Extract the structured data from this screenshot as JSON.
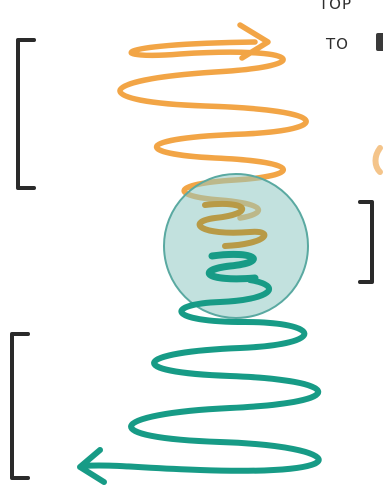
{
  "annotations": {
    "line1": "TOP",
    "line2": "TO"
  },
  "colors": {
    "upper_spiral": "#f2a546",
    "lower_spiral": "#179b86",
    "transition_spiral": "#b89a46",
    "sphere_fill": "#8fc8c2",
    "sphere_edge": "#5aa9a1",
    "brackets": "#2a2a2a",
    "fragment": "#f4c48a"
  },
  "icons": [
    "upper-bracket",
    "middle-bracket",
    "lower-bracket",
    "upper-arrowhead",
    "lower-arrowhead"
  ]
}
